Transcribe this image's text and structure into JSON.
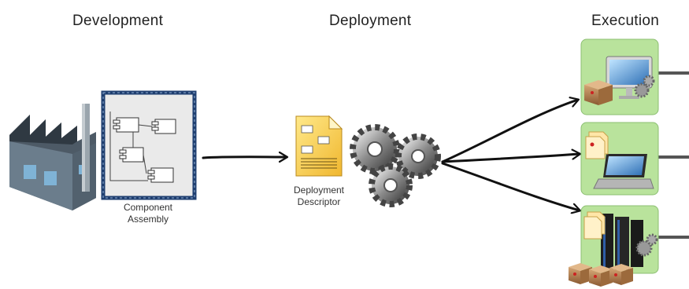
{
  "stages": {
    "development": "Development",
    "deployment": "Deployment",
    "execution": "Execution"
  },
  "captions": {
    "assembly_line1": "Component",
    "assembly_line2": "Assembly",
    "descriptor_line1": "Deployment",
    "descriptor_line2": "Descriptor"
  },
  "icons": {
    "factory": "factory-icon",
    "assembly": "component-assembly-icon",
    "descriptor": "deployment-descriptor-icon",
    "gears": "gears-icon",
    "desktop": "desktop-computer-icon",
    "laptop": "laptop-icon",
    "server": "server-rack-icon"
  },
  "colors": {
    "node_fill": "#b9e39c",
    "assembly_border": "#1f3f70",
    "arrow": "#111111"
  }
}
